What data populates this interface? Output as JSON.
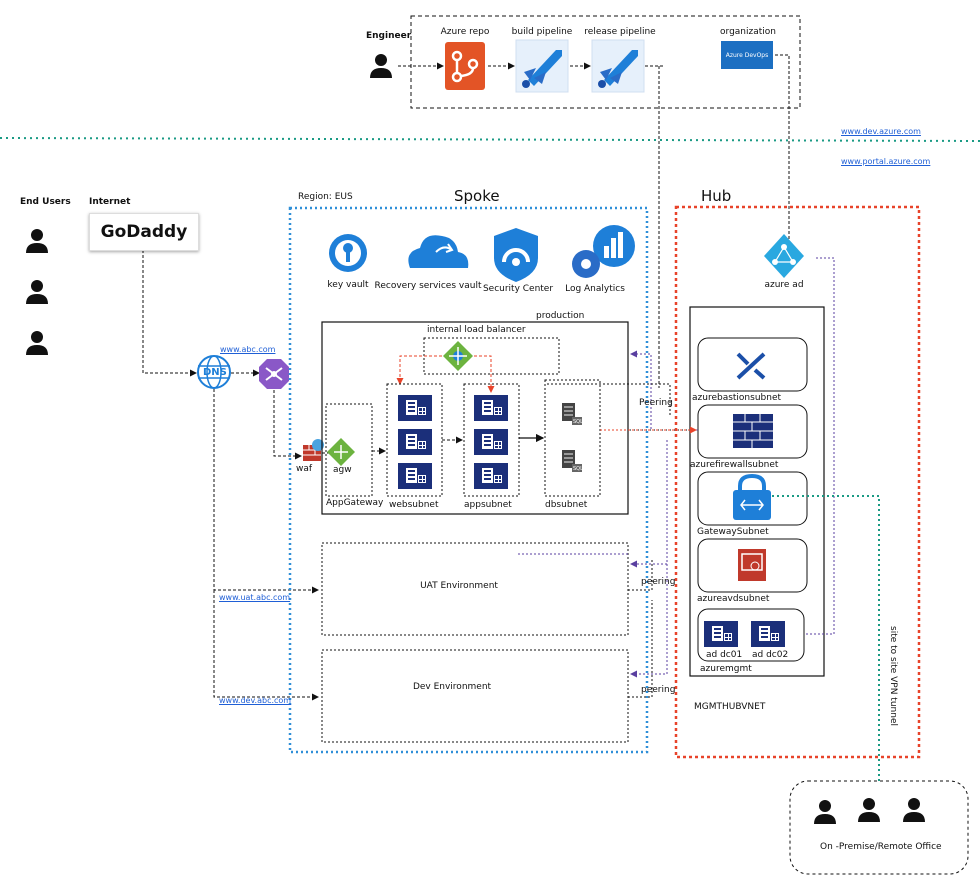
{
  "devops": {
    "engineer": "Engineer",
    "azure_repo": "Azure repo",
    "build_pipeline": "build pipeline",
    "release_pipeline": "release pipeline",
    "organization": "organization",
    "org_badge": "Azure DevOps"
  },
  "links": {
    "dev_azure": "www.dev.azure.com",
    "portal_azure": "www.portal.azure.com",
    "abc": "www.abc.com",
    "uat_abc": "www.uat.abc.com",
    "dev_abc": "www.dev.abc.com"
  },
  "left": {
    "end_users": "End Users",
    "internet": "Internet",
    "godaddy": "GoDaddy",
    "dns": "DNS",
    "waf": "waf"
  },
  "spoke": {
    "region": "Region: EUS",
    "title": "Spoke",
    "key_vault": "key vault",
    "recovery": "Recovery services vault",
    "security": "Security Center",
    "log": "Log Analytics",
    "production": "production",
    "ilb": "internal load balancer",
    "agw": "agw",
    "appgateway": "AppGateway",
    "websubnet": "websubnet",
    "appsubnet": "appsubnet",
    "dbsubnet": "dbsubnet",
    "db_tag": "SQL",
    "uat": "UAT  Environment",
    "dev": "Dev Environment",
    "peering": "Peering",
    "peering2": "peering",
    "peering3": "peering"
  },
  "hub": {
    "title": "Hub",
    "azure_ad": "azure ad",
    "bastion": "azurebastionsubnet",
    "firewall": "azurefirewallsubnet",
    "gateway": "GatewaySubnet",
    "avd": "azureavdsubnet",
    "dc01": "ad dc01",
    "dc02": "ad dc02",
    "mgmt": "azuremgmt",
    "vnet": "MGMTHUBVNET",
    "vpn": "site to site VPN tunnel"
  },
  "onprem": {
    "label": "On -Premise/Remote Office"
  },
  "colors": {
    "azure_blue": "#1e7fd8",
    "dark_blue": "#1b2f7a",
    "spoke_border": "#2f8fd8",
    "hub_border": "#e8432a",
    "green_dots": "#1a9a84",
    "purple": "#5a3fa0"
  }
}
